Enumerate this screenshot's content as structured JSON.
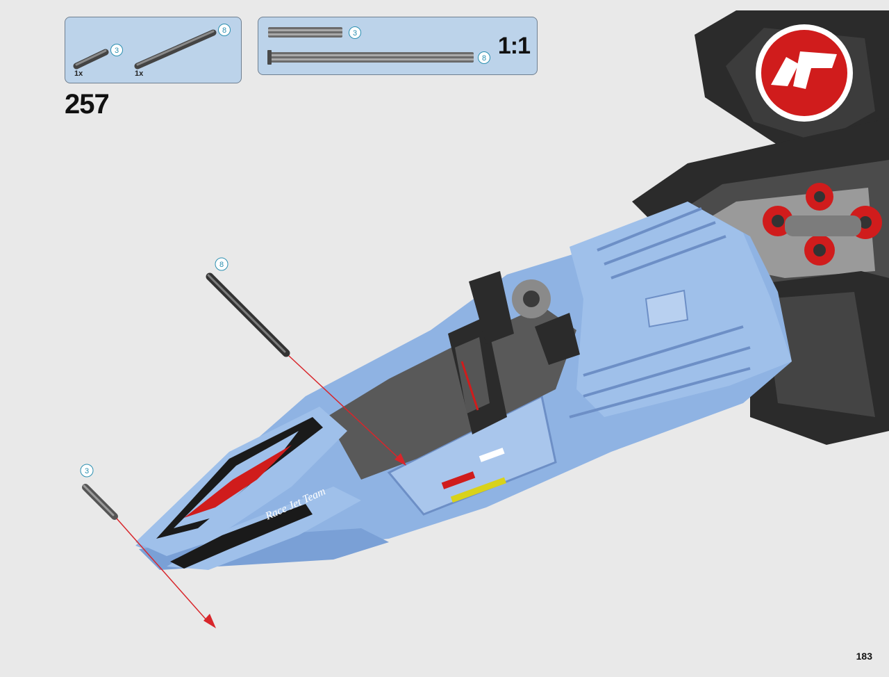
{
  "parts_callout": {
    "items": [
      {
        "part": "axle-3",
        "length_label": "3",
        "quantity": "1x"
      },
      {
        "part": "axle-8",
        "length_label": "8",
        "quantity": "1x"
      }
    ]
  },
  "scale_callout": {
    "items": [
      {
        "part": "axle-3",
        "length_label": "3"
      },
      {
        "part": "axle-8",
        "length_label": "8"
      }
    ],
    "scale": "1:1"
  },
  "step": {
    "number": "257"
  },
  "page": {
    "number": "183"
  },
  "illustration": {
    "labels": [
      {
        "part": "axle-8",
        "length_label": "8"
      },
      {
        "part": "axle-3",
        "length_label": "3"
      }
    ],
    "decal_text": "Race Jet Team"
  },
  "colors": {
    "background": "#e9e9e9",
    "callout_fill": "#bcd3ea",
    "body_blue": "#8fb3e3",
    "chassis_black": "#2b2b2b",
    "accent_red": "#d01c1c",
    "arrow_red": "#d8262b",
    "axle_grey": "#555555"
  }
}
